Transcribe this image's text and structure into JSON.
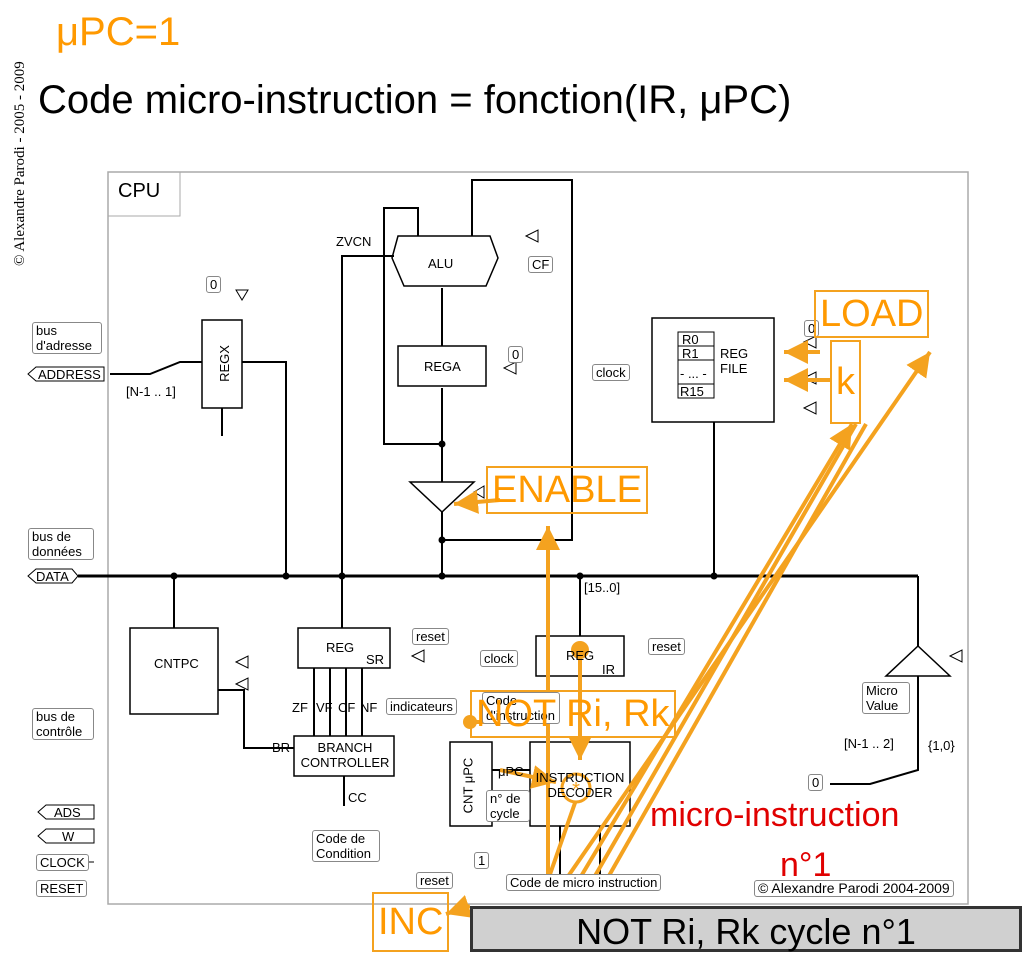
{
  "title": "μPC=1",
  "subtitle": "Code micro-instruction = fonction(IR, μPC)",
  "side_credit": "© Alexandre Parodi - 2005 - 2009",
  "cpu_label": "CPU",
  "copyright": "© Alexandre Parodi 2004-2009",
  "overlays": {
    "load": "LOAD",
    "k": "k",
    "enable": "ENABLE",
    "not_ri_rk": "NOT Ri, Rk",
    "inc": "INC",
    "micro_instruction": "micro-instruction",
    "n1": "n°1",
    "banner": "NOT Ri, Rk  cycle n°1"
  },
  "left": {
    "bus_adresse": "bus d'adresse",
    "address": "ADDRESS",
    "bus_donnees": "bus de données",
    "data": "DATA",
    "bus_controle": "bus de contrôle",
    "ads": "ADS",
    "w": "W",
    "clock": "CLOCK",
    "reset": "RESET"
  },
  "labels": {
    "alu": "ALU",
    "rega": "REGA",
    "regx": "REGX",
    "reg_sr": "REG",
    "sr": "SR",
    "cntpc": "CNTPC",
    "branch": "BRANCH CONTROLLER",
    "reg_file": "REG FILE",
    "r0": "R0",
    "r1": "R1",
    "dots": "- ... -",
    "r15": "R15",
    "reg_ir": "REG",
    "ir": "IR",
    "instruction_decoder": "INSTRUCTION DECODER",
    "cnt_upc": "CNT μPC",
    "micro_value": "Micro Value",
    "clock": "clock",
    "reset": "reset",
    "zvcn": "ZVCN",
    "cf": "CF",
    "indicateurs": "indicateurs",
    "code_condition": "Code de Condition",
    "code_instruction": "Code d'instruction",
    "code_micro": "Code de micro instruction",
    "upc": "μPC",
    "n_cycle": "n° de cycle",
    "flags": [
      "ZF",
      "VF",
      "CF",
      "NF"
    ],
    "br": "BR",
    "cc": "CC",
    "n1_range": "[N-1 .. 1]",
    "n2_range": "[N-1 .. 2]",
    "range_15": "[15..0]",
    "set10": "{1,0}",
    "zero": "0",
    "one": "1"
  }
}
